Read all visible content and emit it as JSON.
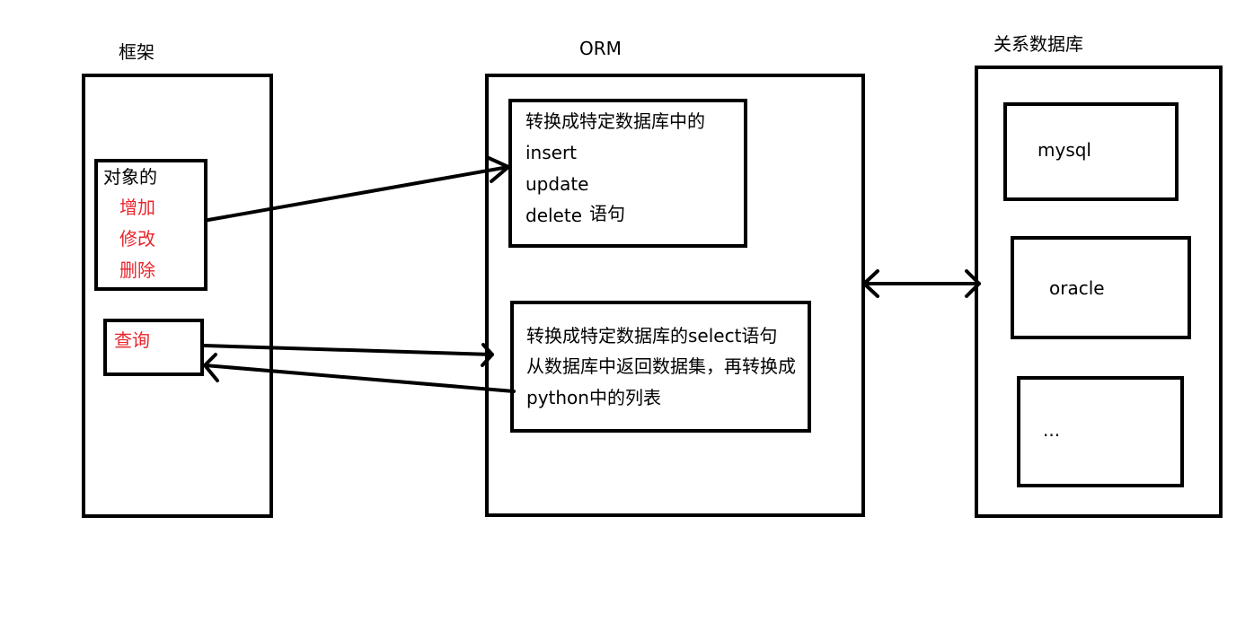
{
  "framework": {
    "title": "框架",
    "cud_box": {
      "heading": "对象的",
      "items": [
        "增加",
        "修改",
        "删除"
      ]
    },
    "query_box": {
      "label": "查询"
    }
  },
  "orm": {
    "title": "ORM",
    "cud_box": {
      "line1": "转换成特定数据库中的",
      "line2": "insert",
      "line3": "update",
      "line4a": "delete",
      "line4b": "语句"
    },
    "query_box": {
      "line1": "转换成特定数据库的select语句",
      "line2": "从数据库中返回数据集，再转换成",
      "line3": "python中的列表"
    }
  },
  "rdb": {
    "title": "关系数据库",
    "items": [
      "mysql",
      "oracle",
      "..."
    ]
  },
  "colors": {
    "line": "#000000",
    "highlight_text": "#e8262d",
    "background": "#ffffff"
  }
}
